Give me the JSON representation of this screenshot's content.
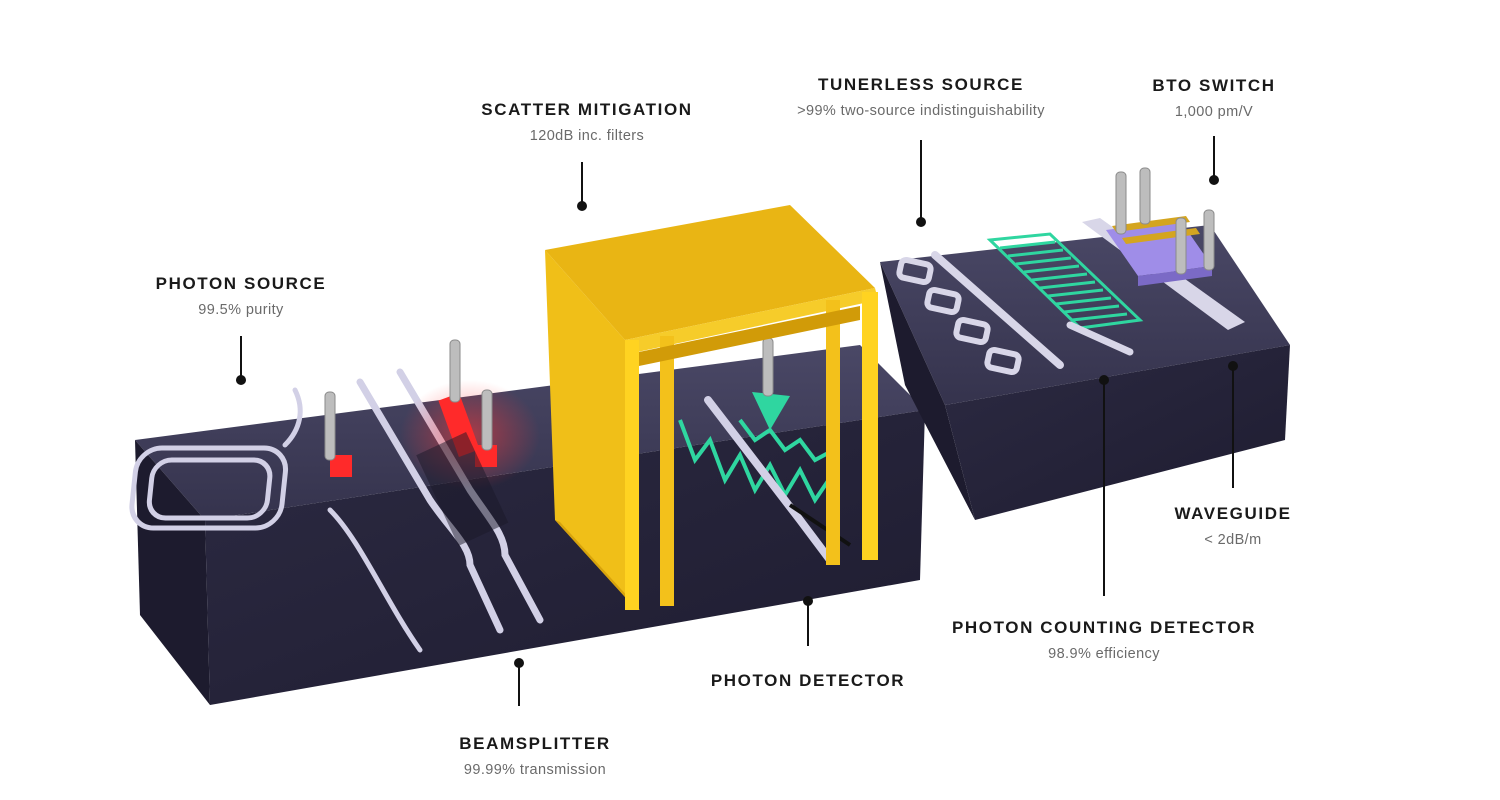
{
  "labels": {
    "photon_source": {
      "title": "PHOTON SOURCE",
      "sub": "99.5% purity"
    },
    "scatter_mitigation": {
      "title": "SCATTER MITIGATION",
      "sub": "120dB inc. filters"
    },
    "tunerless_source": {
      "title": "TUNERLESS SOURCE",
      "sub": ">99% two-source indistinguishability"
    },
    "bto_switch": {
      "title": "BTO SWITCH",
      "sub": "1,000 pm/V"
    },
    "waveguide": {
      "title": "WAVEGUIDE",
      "sub": "< 2dB/m"
    },
    "photon_counting_detector": {
      "title": "PHOTON COUNTING DETECTOR",
      "sub": "98.9% efficiency"
    },
    "photon_detector": {
      "title": "PHOTON DETECTOR"
    },
    "beamsplitter": {
      "title": "BEAMSPLITTER",
      "sub": "99.99% transmission"
    }
  },
  "colors": {
    "chip_top": "#3f3d58",
    "chip_front": "#25233a",
    "chip_side": "#1d1b2e",
    "shield": "#f2c219",
    "waveguide": "#d2d0e6",
    "heater": "#ff2a2a",
    "detector": "#2fd6a0",
    "bto": "#9f8de8"
  }
}
